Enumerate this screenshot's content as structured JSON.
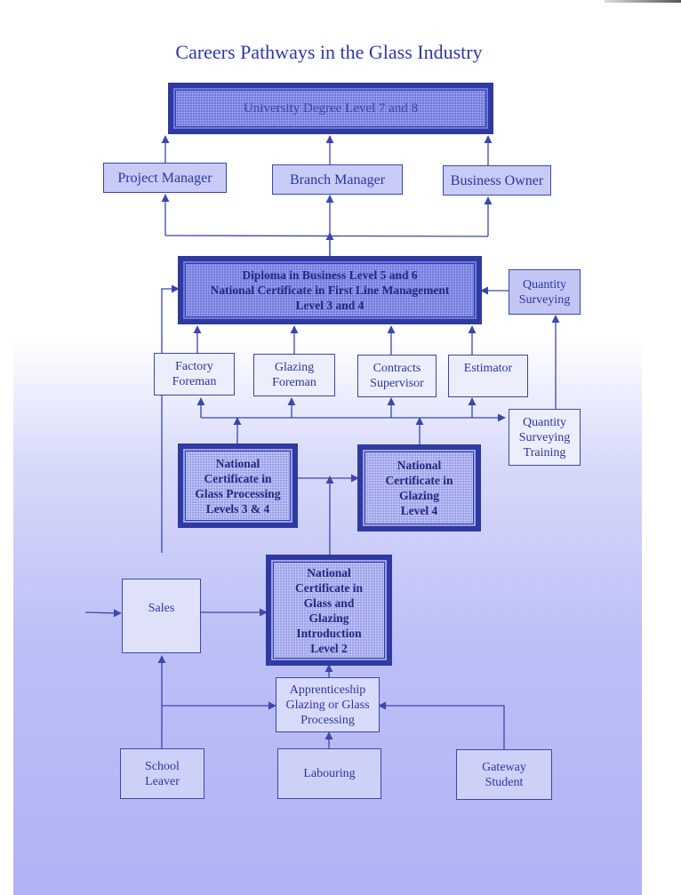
{
  "title": "Careers Pathways in the Glass Industry",
  "colors": {
    "line": "#3a47ad",
    "heavy_fill": "#6f78e0",
    "cert_fill": "#9aa1ec",
    "text": "#2b36a0",
    "background_bottom": "#b0b3f4"
  },
  "nodes": {
    "university": "University Degree Level 7 and 8",
    "project_manager": "Project Manager",
    "branch_manager": "Branch Manager",
    "business_owner": "Business Owner",
    "diploma": [
      "Diploma in Business Level 5 and 6",
      "National Certificate in First Line Management",
      "Level 3 and 4"
    ],
    "quantity_surveying": [
      "Quantity",
      "Surveying"
    ],
    "factory_foreman": [
      "Factory",
      "Foreman"
    ],
    "glazing_foreman": [
      "Glazing",
      "Foreman"
    ],
    "contracts_supervisor": [
      "Contracts",
      "Supervisor"
    ],
    "estimator": [
      "Estimator"
    ],
    "qs_training": [
      "Quantity",
      "Surveying",
      "Training"
    ],
    "nc_glass_processing": [
      "National",
      "Certificate in",
      "Glass Processing",
      "Levels 3 & 4"
    ],
    "nc_glazing": [
      "National",
      "Certificate in",
      "Glazing",
      "Level 4"
    ],
    "sales": "Sales",
    "nc_intro": [
      "National",
      "Certificate in",
      "Glass and",
      "Glazing",
      "Introduction",
      "Level 2"
    ],
    "apprenticeship": [
      "Apprenticeship",
      "Glazing or Glass",
      "Processing"
    ],
    "school_leaver": [
      "School",
      "Leaver"
    ],
    "labouring": "Labouring",
    "gateway_student": [
      "Gateway",
      "Student"
    ]
  },
  "edges": [
    [
      "project_manager",
      "university"
    ],
    [
      "branch_manager",
      "university"
    ],
    [
      "business_owner",
      "university"
    ],
    [
      "diploma",
      "project_manager"
    ],
    [
      "diploma",
      "branch_manager"
    ],
    [
      "diploma",
      "business_owner"
    ],
    [
      "quantity_surveying",
      "diploma"
    ],
    [
      "sales",
      "diploma"
    ],
    [
      "factory_foreman",
      "diploma"
    ],
    [
      "glazing_foreman",
      "diploma"
    ],
    [
      "contracts_supervisor",
      "diploma"
    ],
    [
      "estimator",
      "diploma"
    ],
    [
      "qs_training",
      "quantity_surveying"
    ],
    [
      "nc_glass_processing",
      "factory_foreman"
    ],
    [
      "nc_glass_processing",
      "glazing_foreman"
    ],
    [
      "nc_glazing",
      "contracts_supervisor"
    ],
    [
      "nc_glazing",
      "estimator"
    ],
    [
      "nc_glazing",
      "qs_training"
    ],
    [
      "nc_glass_processing",
      "nc_glazing"
    ],
    [
      "nc_intro",
      "nc_glass_processing"
    ],
    [
      "sales",
      "nc_intro"
    ],
    [
      "apprenticeship",
      "nc_intro"
    ],
    [
      "school_leaver",
      "sales"
    ],
    [
      "school_leaver",
      "apprenticeship"
    ],
    [
      "labouring",
      "apprenticeship"
    ],
    [
      "gateway_student",
      "apprenticeship"
    ]
  ]
}
